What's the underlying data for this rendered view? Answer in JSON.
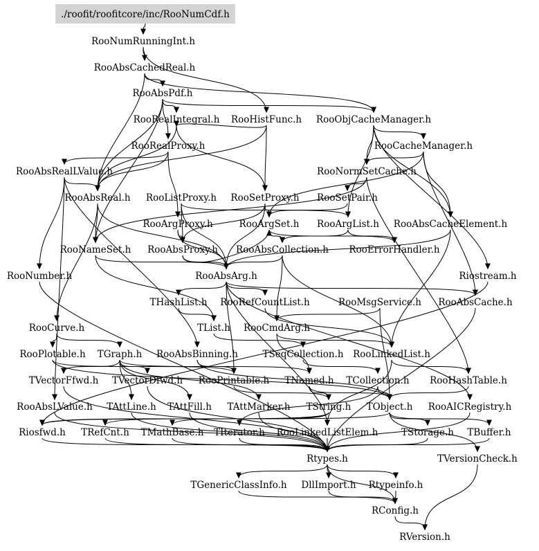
{
  "root": "./roofit/roofitcore/inc/RooNumCdf.h",
  "nodes": [
    "RooNumRunningInt.h",
    "RooAbsCachedReal.h",
    "RooAbsPdf.h",
    "RooRealIntegral.h",
    "RooHistFunc.h",
    "RooObjCacheManager.h",
    "RooRealProxy.h",
    "RooCacheManager.h",
    "RooAbsRealLValue.h",
    "RooNormSetCache.h",
    "RooAbsReal.h",
    "RooListProxy.h",
    "RooSetProxy.h",
    "RooSetPair.h",
    "RooArgProxy.h",
    "RooArgSet.h",
    "RooArgList.h",
    "RooAbsCacheElement.h",
    "RooNameSet.h",
    "RooAbsProxy.h",
    "RooAbsCollection.h",
    "RooErrorHandler.h",
    "RooNumber.h",
    "RooAbsArg.h",
    "Riostream.h",
    "THashList.h",
    "RooRefCountList.h",
    "RooMsgService.h",
    "RooAbsCache.h",
    "RooCurve.h",
    "TList.h",
    "RooCmdArg.h",
    "RooPlotable.h",
    "TGraph.h",
    "RooAbsBinning.h",
    "TSeqCollection.h",
    "RooLinkedList.h",
    "TVectorFfwd.h",
    "TVectorDfwd.h",
    "RooPrintable.h",
    "TNamed.h",
    "TCollection.h",
    "RooHashTable.h",
    "RooAbsLValue.h",
    "TAttLine.h",
    "TAttFill.h",
    "TAttMarker.h",
    "TString.h",
    "TObject.h",
    "RooAICRegistry.h",
    "Riosfwd.h",
    "TRefCnt.h",
    "TMathBase.h",
    "TIterator.h",
    "RooLinkedListElem.h",
    "TStorage.h",
    "TBuffer.h",
    "Rtypes.h",
    "TVersionCheck.h",
    "TGenericClassInfo.h",
    "DllImport.h",
    "Rtypeinfo.h",
    "RConfig.h",
    "RVersion.h"
  ]
}
